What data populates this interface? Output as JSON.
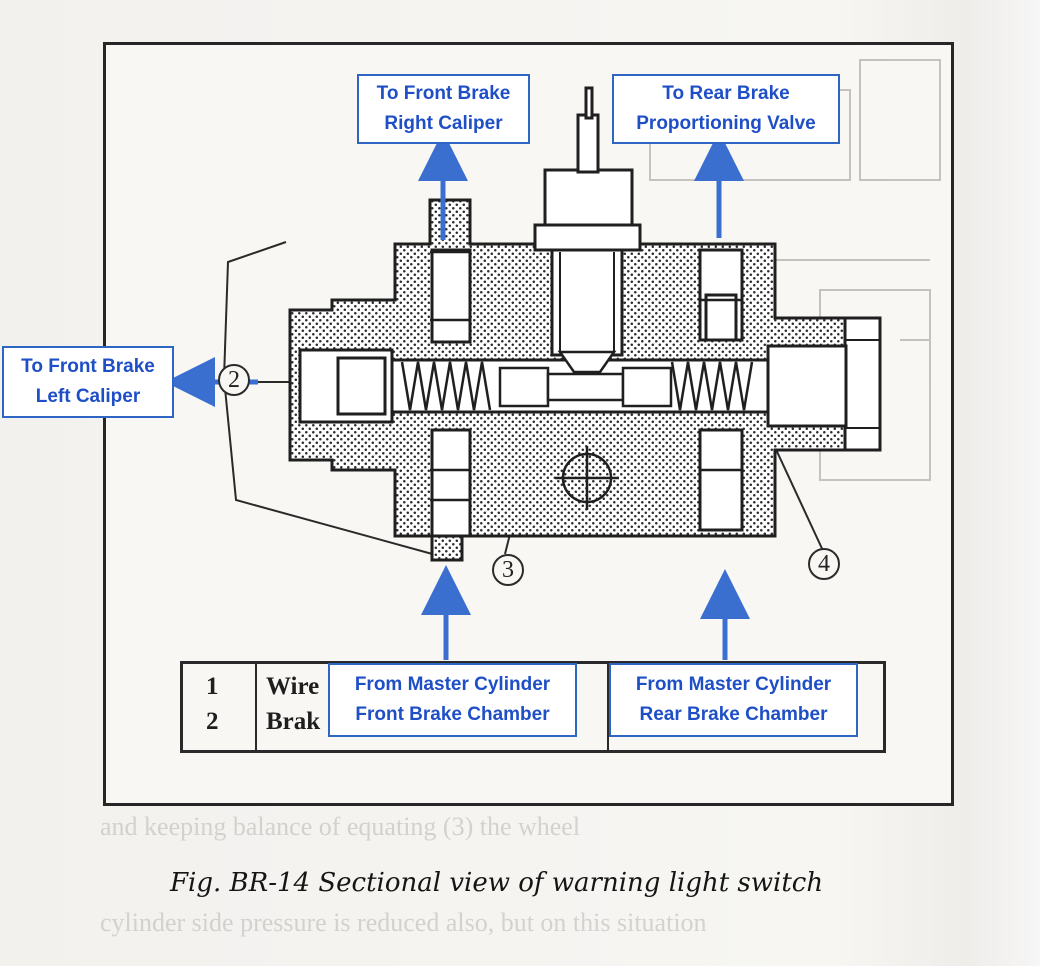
{
  "callouts": {
    "front_right": {
      "line1": "To Front Brake",
      "line2": "Right Caliper"
    },
    "rear_valve": {
      "line1": "To Rear Brake",
      "line2": "Proportioning Valve"
    },
    "front_left": {
      "line1": "To Front Brake",
      "line2": "Left Caliper"
    },
    "master_front": {
      "line1": "From Master Cylinder",
      "line2": "Front Brake Chamber"
    },
    "master_rear": {
      "line1": "From Master Cylinder",
      "line2": "Rear Brake Chamber"
    }
  },
  "part_numbers": {
    "two": "2",
    "three": "3",
    "four": "4"
  },
  "legend": {
    "rows": [
      {
        "number": "1",
        "text": "Wire"
      },
      {
        "number": "2",
        "text": "Brak"
      }
    ]
  },
  "caption": "Fig. BR-14  Sectional view of warning light switch",
  "colors": {
    "arrow": "#3a6fd0",
    "callout_text": "#1f4fc6",
    "ink": "#222222"
  }
}
